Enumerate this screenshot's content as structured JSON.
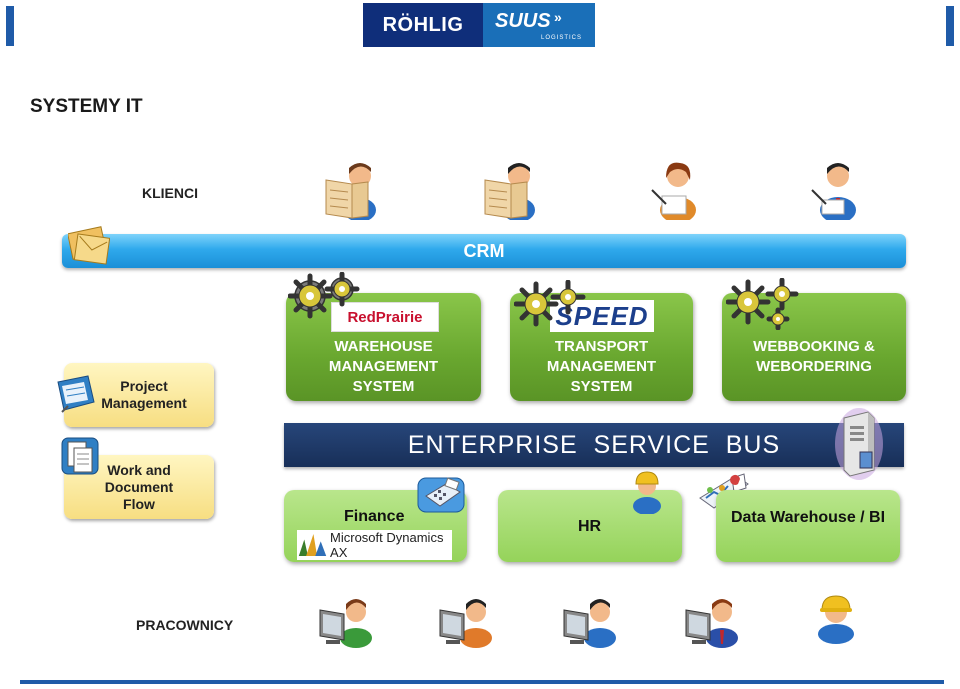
{
  "header": {
    "logo_left": "RÖHLIG",
    "logo_right": "SUUS",
    "logo_right_sub": "LOGISTICS"
  },
  "title": "SYSTEMY IT",
  "labels": {
    "clients": "KLIENCI",
    "employees": "PRACOWNICY"
  },
  "crm": "CRM",
  "side_boxes": {
    "project": "Project Management",
    "workflow": "Work and Document Flow"
  },
  "systems": {
    "wms": {
      "logo": "RedPrairie",
      "label": "WAREHOUSE MANAGEMENT SYSTEM"
    },
    "tms": {
      "logo": "SPEED",
      "label": "TRANSPORT MANAGEMENT SYSTEM"
    },
    "web": {
      "label": "WEBBOOKING & WEBORDERING"
    }
  },
  "esb": "ENTERPRISE  SERVICE  BUS",
  "modules": {
    "finance": {
      "label": "Finance",
      "logo": "Microsoft Dynamics AX"
    },
    "hr": {
      "label": "HR"
    },
    "dwh": {
      "label": "Data Warehouse / BI"
    }
  },
  "colors": {
    "brand_dark": "#0f2e7a",
    "brand_light": "#1a6fb8",
    "crm": "#2fa9ec",
    "green_dark": "#69a72f",
    "green_light": "#95d35a",
    "yellow": "#f7de82",
    "esb": "#1f3a6b"
  }
}
